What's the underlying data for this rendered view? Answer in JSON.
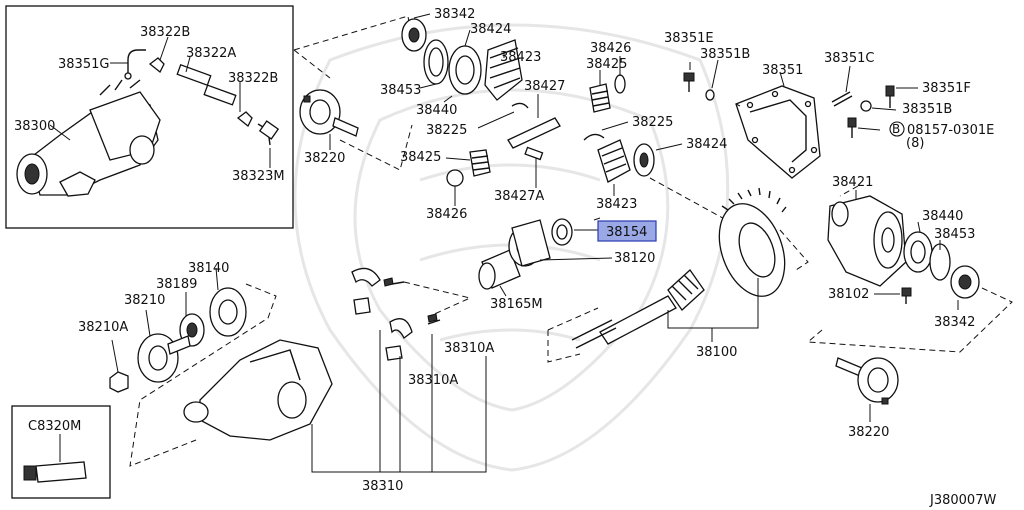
{
  "diagram_id": "J380007W",
  "highlighted_part": "38154",
  "labels": {
    "p38342_top": "38342",
    "p38424_top": "38424",
    "p38423_top": "38423",
    "p38453_top": "38453",
    "p38440_top": "38440",
    "p38225_top": "38225",
    "p38220_left": "38220",
    "p38427": "38427",
    "p38425_top": "38425",
    "p38426_top": "38426",
    "p38225_mid": "38225",
    "p38424_mid": "38424",
    "p38425_mid": "38425",
    "p38426_mid": "38426",
    "p38427A": "38427A",
    "p38423_mid": "38423",
    "p38154": "38154",
    "p38120": "38120",
    "p38165M": "38165M",
    "p38351E": "38351E",
    "p38351B_top": "38351B",
    "p38351C": "38351C",
    "p38351": "38351",
    "p38351F": "38351F",
    "p38351B_right": "38351B",
    "p08157": "08157-0301E",
    "p08157_qty": "(8)",
    "p08157_circle": "B",
    "p38421": "38421",
    "p38440_right": "38440",
    "p38453_right": "38453",
    "p38102": "38102",
    "p38342_right": "38342",
    "p38220_right": "38220",
    "p38100": "38100",
    "p38322B_a": "38322B",
    "p38322A": "38322A",
    "p38322B_b": "38322B",
    "p38351G": "38351G",
    "p38300": "38300",
    "p38323M": "38323M",
    "p38140": "38140",
    "p38189": "38189",
    "p38210": "38210",
    "p38210A": "38210A",
    "p38310A_a": "38310A",
    "p38310A_b": "38310A",
    "p38310": "38310",
    "pC8320M": "C8320M",
    "footer_code": "J380007W"
  },
  "colors": {
    "highlight_fill": "#9aa9e6",
    "highlight_stroke": "#2a3bb0",
    "line": "#111111",
    "watermark": "#e6e6e6"
  }
}
